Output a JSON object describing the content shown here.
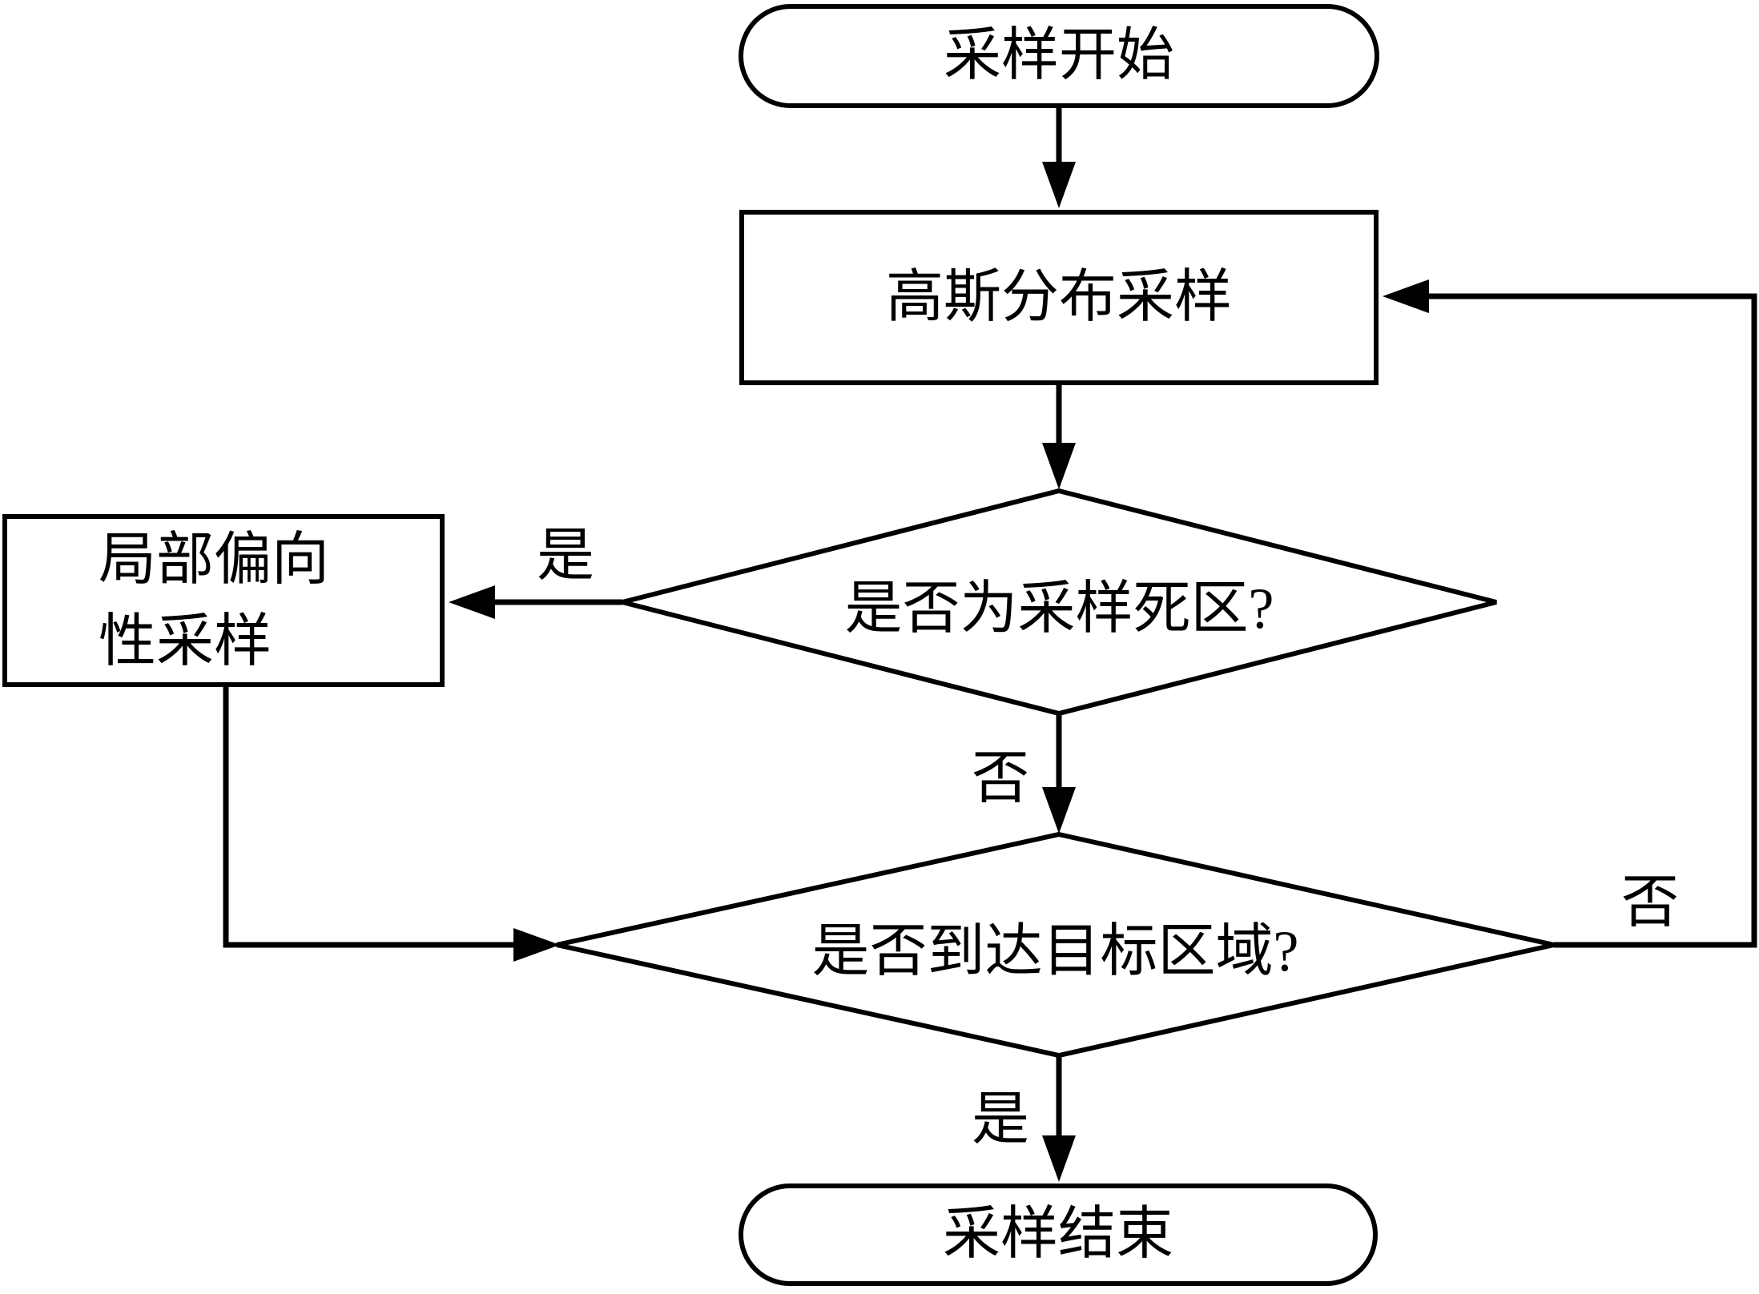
{
  "flowchart": {
    "colors": {
      "stroke": "#000000",
      "background": "#ffffff",
      "text": "#000000"
    },
    "nodes": {
      "start": {
        "type": "terminator",
        "label": "采样开始"
      },
      "gaussian_sampling": {
        "type": "process",
        "label": "高斯分布采样"
      },
      "dead_zone_decision": {
        "type": "decision",
        "label": "是否为采样死区?"
      },
      "local_biased_sampling": {
        "type": "process",
        "label": "局部偏向性采样",
        "lines": [
          "局部偏向",
          "性采样"
        ]
      },
      "target_area_decision": {
        "type": "decision",
        "label": "是否到达目标区域?"
      },
      "end": {
        "type": "terminator",
        "label": "采样结束"
      }
    },
    "edges": {
      "dead_zone_yes": {
        "label": "是"
      },
      "dead_zone_no": {
        "label": "否"
      },
      "target_no": {
        "label": "否"
      },
      "target_yes": {
        "label": "是"
      }
    }
  }
}
